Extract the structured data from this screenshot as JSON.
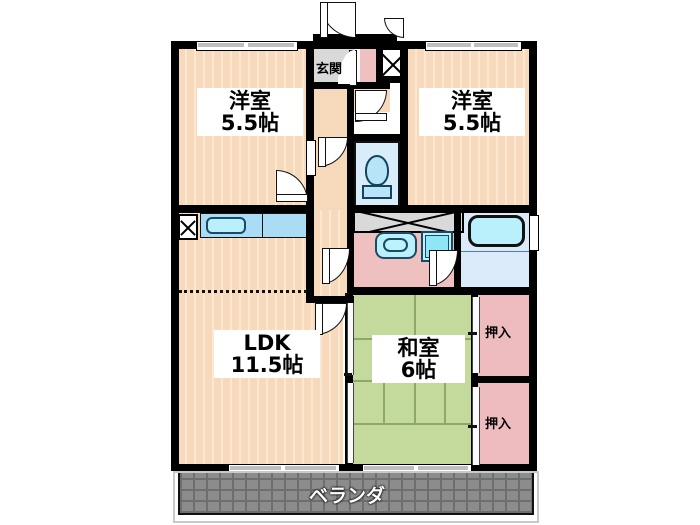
{
  "plan": {
    "type": "japanese-apartment-floor-plan",
    "rooms": [
      {
        "id": "washitsu",
        "name": "和室",
        "size": "6帖",
        "floor": "tatami"
      },
      {
        "id": "ldk",
        "name": "LDK",
        "size": "11.5帖",
        "floor": "wood"
      },
      {
        "id": "yoshitsu_left",
        "name": "洋室",
        "size": "5.5帖",
        "floor": "wood"
      },
      {
        "id": "yoshitsu_right",
        "name": "洋室",
        "size": "5.5帖",
        "floor": "wood"
      }
    ],
    "labels": {
      "bedroom_left_name": "洋室",
      "bedroom_left_size": "5.5帖",
      "bedroom_right_name": "洋室",
      "bedroom_right_size": "5.5帖",
      "ldk_name": "LDK",
      "ldk_size": "11.5帖",
      "washitsu_name": "和室",
      "washitsu_size": "6帖",
      "genkan": "玄関",
      "closet_upper": "押入",
      "closet_lower": "押入",
      "veranda": "ベランダ"
    },
    "colors": {
      "wall": "#000000",
      "wood_floor": "#f7d9bb",
      "tatami": "#c3da9c",
      "washroom_pink": "#eec0c0",
      "closet_pink": "#eebcbe",
      "bath_blue": "#dbeaf8",
      "water_fixture": "#b9f0fb",
      "genkan_gray": "#d9d9d9",
      "veranda_gray": "#8c8c8c",
      "background": "#ffffff"
    },
    "fixtures": [
      {
        "name": "kitchen-sink",
        "room": "ldk"
      },
      {
        "name": "stove-top",
        "room": "ldk"
      },
      {
        "name": "bathtub",
        "room": "bathroom"
      },
      {
        "name": "wash-basin",
        "room": "washroom"
      },
      {
        "name": "washing-machine",
        "room": "washroom"
      },
      {
        "name": "toilet",
        "room": "toilet"
      },
      {
        "name": "meter-box",
        "room": "entrance"
      },
      {
        "name": "pipe-shaft",
        "room": "ldk"
      }
    ]
  }
}
